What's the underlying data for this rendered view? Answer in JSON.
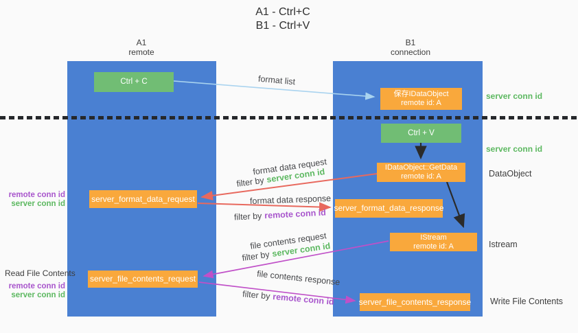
{
  "title": {
    "line1": "A1 - Ctrl+C",
    "line2": "B1 - Ctrl+V"
  },
  "lanes": {
    "left": {
      "title": "A1",
      "subtitle": "remote"
    },
    "right": {
      "title": "B1",
      "subtitle": "connection"
    }
  },
  "nodes": {
    "ctrl_c": {
      "label": "Ctrl + C"
    },
    "ctrl_v": {
      "label": "Ctrl + V"
    },
    "save_dataobject": {
      "line1": "保存IDataObject",
      "line2": "remote id: A"
    },
    "getdata": {
      "line1": "IDataObject::GetData",
      "line2": "remote id: A"
    },
    "istream": {
      "line1": "IStream",
      "line2": "remote id: A"
    },
    "server_format_data_request": {
      "label": "server_format_data_request"
    },
    "server_format_data_response": {
      "label": "server_format_data_response"
    },
    "server_file_contents_request": {
      "label": "server_file_contents_request"
    },
    "server_file_contents_response": {
      "label": "server_file_contents_response"
    }
  },
  "edge_labels": {
    "format_list": "format list",
    "format_data_request": "format data request",
    "format_data_response": "format data response",
    "file_contents_request": "file contents request",
    "file_contents_response": "file contents response",
    "filter_by": "filter by",
    "server_conn_id": "server conn id",
    "remote_conn_id": "remote conn id"
  },
  "side_labels": {
    "server_conn_id_top": "server conn id",
    "server_conn_id_mid": "server conn id",
    "dataobject": "DataObject",
    "istream": "Istream",
    "read_file_contents": "Read File Contents",
    "write_file_contents": "Write File Contents",
    "remote_conn_id": "remote conn id",
    "server_conn_id": "server conn id"
  },
  "colors": {
    "lane_blue": "#4a80d2",
    "box_green": "#71bd74",
    "box_orange": "#f9a83c",
    "arrow_blue": "#a9d3ef",
    "arrow_red": "#e8695e",
    "arrow_magenta": "#c050c8",
    "arrow_black": "#2b2b2b",
    "text_green": "#5cb860",
    "text_purple": "#a855cc",
    "background": "#fafafa"
  }
}
